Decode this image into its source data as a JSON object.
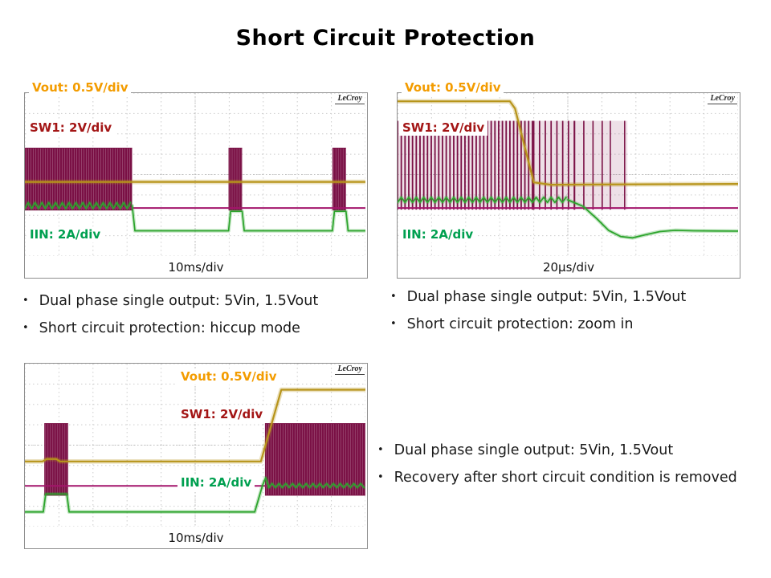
{
  "title": "Short Circuit Protection",
  "colors": {
    "background": "#ffffff",
    "title_text": "#000000",
    "vout_label": "#f39c00",
    "vout_trace": "#b7941a",
    "sw_label": "#a31515",
    "sw_trace": "#7a1045",
    "sw_trace_bright": "#a3156b",
    "iin_label": "#00a050",
    "iin_trace": "#2ca42c",
    "grid_line": "#cccccc",
    "frame": "#8f8f8f",
    "bullet_text": "#1a1a1a"
  },
  "bullets": {
    "marker": "•",
    "top_left": [
      "Dual phase single output: 5Vin, 1.5Vout",
      "Short circuit protection: hiccup mode"
    ],
    "top_right": [
      "Dual phase single output: 5Vin, 1.5Vout",
      "Short circuit protection: zoom in"
    ],
    "bottom_right": [
      "Dual phase single output: 5Vin, 1.5Vout",
      "Recovery after short circuit condition is removed"
    ]
  },
  "scopes": [
    {
      "name": "hiccup-mode",
      "logo": "LeCroy",
      "vout_label": "Vout: 0.5V/div",
      "sw_label": "SW1: 2V/div",
      "iin_label": "IIN: 2A/div",
      "timebase": "10ms/div",
      "traces": [
        {
          "type": "block",
          "color": "sw_trace",
          "x0": 0.0,
          "x1": 0.315,
          "y0": 0.335,
          "y1": 0.72
        },
        {
          "type": "block",
          "color": "sw_trace",
          "x0": 0.598,
          "x1": 0.638,
          "y0": 0.335,
          "y1": 0.72
        },
        {
          "type": "block",
          "color": "sw_trace",
          "x0": 0.903,
          "x1": 0.943,
          "y0": 0.335,
          "y1": 0.72
        },
        {
          "type": "hline",
          "color": "sw_trace_bright",
          "y": 0.705,
          "x0": 0,
          "x1": 1,
          "w": 2
        },
        {
          "type": "ripband",
          "color": "iin_trace",
          "x0": 0.0,
          "x1": 0.315,
          "y": 0.69,
          "amp": 0.018,
          "period": 0.02,
          "w": 1.7,
          "glow": true
        },
        {
          "type": "poly",
          "color": "iin_trace",
          "w": 1.7,
          "glow": true,
          "points": [
            [
              0.315,
              0.69
            ],
            [
              0.323,
              0.845
            ],
            [
              0.598,
              0.845
            ],
            [
              0.604,
              0.725
            ],
            [
              0.638,
              0.725
            ],
            [
              0.644,
              0.845
            ],
            [
              0.903,
              0.845
            ],
            [
              0.909,
              0.725
            ],
            [
              0.943,
              0.725
            ],
            [
              0.949,
              0.845
            ],
            [
              1,
              0.845
            ]
          ]
        },
        {
          "type": "poly",
          "color": "vout_trace",
          "w": 2.2,
          "glow": true,
          "points": [
            [
              0,
              0.545
            ],
            [
              1,
              0.545
            ]
          ]
        }
      ]
    },
    {
      "name": "zoom-in",
      "logo": "LeCroy",
      "vout_label": "Vout: 0.5V/div",
      "sw_label": "SW1: 2V/div",
      "iin_label": "IIN: 2A/div",
      "timebase": "20µs/div",
      "traces": [
        {
          "type": "pulses",
          "color": "sw_trace",
          "x0": 0.0,
          "x1": 0.4,
          "y0": 0.17,
          "y1": 0.715,
          "period": 0.011,
          "w": 1.8
        },
        {
          "type": "pulses",
          "color": "sw_trace",
          "x0": 0.4,
          "x1": 0.52,
          "y0": 0.17,
          "y1": 0.715,
          "period": 0.017,
          "w": 1.7
        },
        {
          "type": "pulses",
          "color": "sw_trace",
          "x0": 0.52,
          "x1": 0.625,
          "y0": 0.17,
          "y1": 0.715,
          "period": 0.027,
          "w": 1.6
        },
        {
          "type": "pulses",
          "color": "sw_trace",
          "x0": 0.625,
          "x1": 0.675,
          "y0": 0.17,
          "y1": 0.715,
          "period": 0.042,
          "w": 1.5
        },
        {
          "type": "hline",
          "color": "sw_trace_bright",
          "y": 0.705,
          "x0": 0,
          "x1": 1,
          "w": 2
        },
        {
          "type": "ripband",
          "color": "iin_trace",
          "x0": 0.0,
          "x1": 0.5,
          "y": 0.655,
          "amp": 0.016,
          "period": 0.022,
          "w": 1.7,
          "glow": true
        },
        {
          "type": "poly",
          "color": "iin_trace",
          "w": 1.8,
          "glow": true,
          "points": [
            [
              0.5,
              0.655
            ],
            [
              0.545,
              0.695
            ],
            [
              0.585,
              0.77
            ],
            [
              0.62,
              0.843
            ],
            [
              0.655,
              0.88
            ],
            [
              0.69,
              0.888
            ],
            [
              0.73,
              0.868
            ],
            [
              0.77,
              0.85
            ],
            [
              0.815,
              0.842
            ],
            [
              0.87,
              0.845
            ],
            [
              1,
              0.847
            ]
          ]
        },
        {
          "type": "poly",
          "color": "vout_trace",
          "w": 2.2,
          "glow": true,
          "points": [
            [
              0,
              0.05
            ],
            [
              0.33,
              0.05
            ],
            [
              0.345,
              0.095
            ],
            [
              0.4,
              0.548
            ],
            [
              0.45,
              0.562
            ],
            [
              1,
              0.557
            ]
          ]
        }
      ]
    },
    {
      "name": "recovery",
      "logo": "LeCroy",
      "vout_label": "Vout: 0.5V/div",
      "sw_label": "SW1: 2V/div",
      "iin_label": "IIN: 2A/div",
      "timebase": "10ms/div",
      "traces": [
        {
          "type": "block",
          "color": "sw_trace",
          "x0": 0.057,
          "x1": 0.127,
          "y0": 0.365,
          "y1": 0.81
        },
        {
          "type": "block",
          "color": "sw_trace",
          "x0": 0.705,
          "x1": 1.0,
          "y0": 0.365,
          "y1": 0.81
        },
        {
          "type": "hline",
          "color": "sw_trace_bright",
          "y": 0.75,
          "x0": 0,
          "x1": 1,
          "w": 2
        },
        {
          "type": "poly",
          "color": "iin_trace",
          "w": 1.8,
          "glow": true,
          "points": [
            [
              0,
              0.91
            ],
            [
              0.054,
              0.91
            ],
            [
              0.061,
              0.8
            ],
            [
              0.123,
              0.8
            ],
            [
              0.13,
              0.91
            ],
            [
              0.675,
              0.91
            ],
            [
              0.698,
              0.745
            ],
            [
              0.707,
              0.7
            ],
            [
              0.716,
              0.755
            ]
          ]
        },
        {
          "type": "ripband",
          "color": "iin_trace",
          "x0": 0.716,
          "x1": 1,
          "y": 0.748,
          "amp": 0.012,
          "period": 0.02,
          "w": 1.7,
          "glow": true
        },
        {
          "type": "poly",
          "color": "vout_trace",
          "w": 2.2,
          "glow": true,
          "points": [
            [
              0,
              0.6
            ],
            [
              0.052,
              0.6
            ],
            [
              0.064,
              0.585
            ],
            [
              0.092,
              0.585
            ],
            [
              0.103,
              0.6
            ],
            [
              0.693,
              0.6
            ],
            [
              0.753,
              0.16
            ],
            [
              1,
              0.16
            ]
          ]
        }
      ]
    }
  ],
  "chart_data": [
    {
      "type": "line",
      "title": "Short circuit protection: hiccup mode",
      "timebase": "10ms/div",
      "series": [
        {
          "name": "Vout",
          "scale": "0.5V/div"
        },
        {
          "name": "SW1",
          "scale": "2V/div"
        },
        {
          "name": "IIN",
          "scale": "2A/div"
        }
      ],
      "annotation": "SW1 shows a long switching burst followed by periodic short retry bursts (hiccup); Vout stays near 0V; IIN pulses up during each burst"
    },
    {
      "type": "line",
      "title": "Short circuit protection: zoom in",
      "timebase": "20µs/div",
      "series": [
        {
          "name": "Vout",
          "scale": "0.5V/div"
        },
        {
          "name": "SW1",
          "scale": "2V/div"
        },
        {
          "name": "IIN",
          "scale": "2A/div"
        }
      ],
      "annotation": "Vout collapses from 1.5V to 0V while SW1 switches at current limit; switching then stops and IIN decays to zero with a smooth dip"
    },
    {
      "type": "line",
      "title": "Recovery after short circuit condition is removed",
      "timebase": "10ms/div",
      "series": [
        {
          "name": "Vout",
          "scale": "0.5V/div"
        },
        {
          "name": "SW1",
          "scale": "2V/div"
        },
        {
          "name": "IIN",
          "scale": "2A/div"
        }
      ],
      "annotation": "After the short is removed SW1 resumes continuous switching, Vout ramps back to 1.5V and IIN steps up to the load level"
    }
  ]
}
